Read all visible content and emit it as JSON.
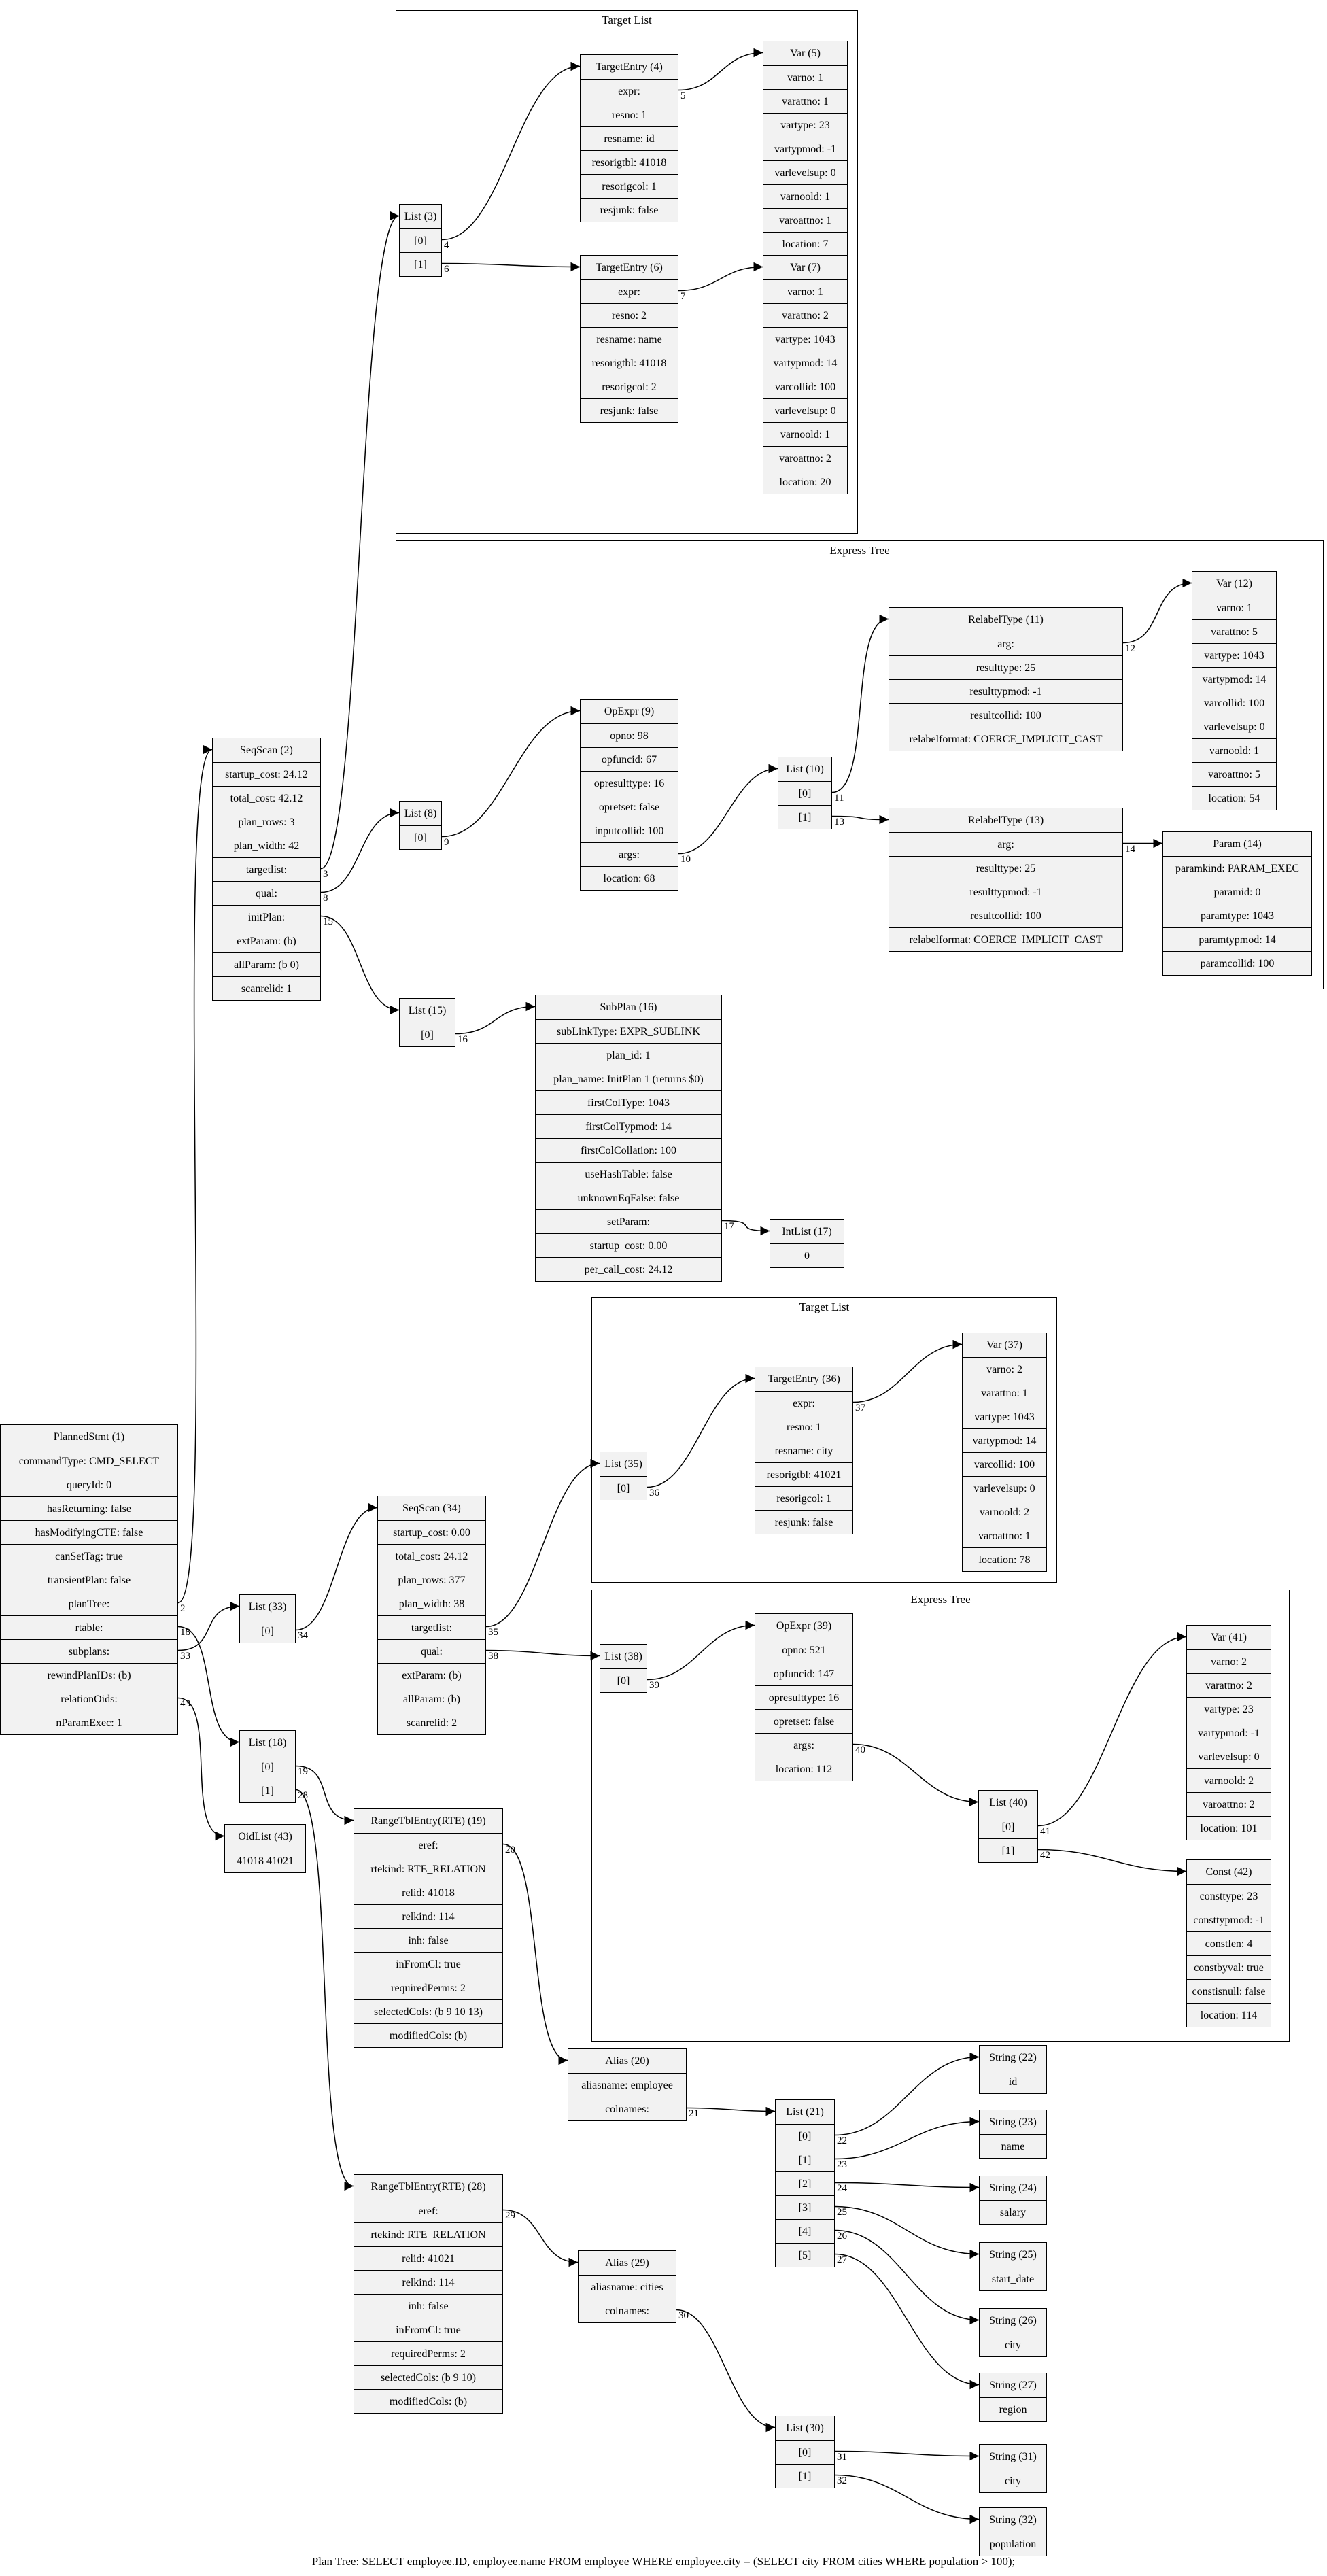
{
  "caption": "Plan Tree: SELECT employee.ID, employee.name FROM employee WHERE employee.city = (SELECT city FROM cities WHERE population > 100);",
  "clusters": {
    "tl1": "Target List",
    "et1": "Express Tree",
    "tl2": "Target List",
    "et2": "Express Tree"
  },
  "nodes": {
    "n1": {
      "title": "PlannedStmt (1)",
      "rows": [
        "commandType: CMD_SELECT",
        "queryId: 0",
        "hasReturning: false",
        "hasModifyingCTE: false",
        "canSetTag: true",
        "transientPlan: false",
        "planTree:",
        "rtable:",
        "subplans:",
        "rewindPlanIDs: (b)",
        "relationOids:",
        "nParamExec: 1"
      ]
    },
    "n2": {
      "title": "SeqScan (2)",
      "rows": [
        "startup_cost: 24.12",
        "total_cost: 42.12",
        "plan_rows: 3",
        "plan_width: 42",
        "targetlist:",
        "qual:",
        "initPlan:",
        "extParam: (b)",
        "allParam: (b 0)",
        "scanrelid: 1"
      ]
    },
    "n3": {
      "title": "List (3)",
      "rows": [
        "[0]",
        "[1]"
      ]
    },
    "n4": {
      "title": "TargetEntry (4)",
      "rows": [
        "expr:",
        "resno: 1",
        "resname: id",
        "resorigtbl: 41018",
        "resorigcol: 1",
        "resjunk: false"
      ]
    },
    "n5": {
      "title": "Var (5)",
      "rows": [
        "varno: 1",
        "varattno: 1",
        "vartype: 23",
        "vartypmod: -1",
        "varlevelsup: 0",
        "varnoold: 1",
        "varoattno: 1",
        "location: 7"
      ]
    },
    "n6": {
      "title": "TargetEntry (6)",
      "rows": [
        "expr:",
        "resno: 2",
        "resname: name",
        "resorigtbl: 41018",
        "resorigcol: 2",
        "resjunk: false"
      ]
    },
    "n7": {
      "title": "Var (7)",
      "rows": [
        "varno: 1",
        "varattno: 2",
        "vartype: 1043",
        "vartypmod: 14",
        "varcollid: 100",
        "varlevelsup: 0",
        "varnoold: 1",
        "varoattno: 2",
        "location: 20"
      ]
    },
    "n8": {
      "title": "List (8)",
      "rows": [
        "[0]"
      ]
    },
    "n9": {
      "title": "OpExpr (9)",
      "rows": [
        "opno: 98",
        "opfuncid: 67",
        "opresulttype: 16",
        "opretset: false",
        "inputcollid: 100",
        "args:",
        "location: 68"
      ]
    },
    "n10": {
      "title": "List (10)",
      "rows": [
        "[0]",
        "[1]"
      ]
    },
    "n11": {
      "title": "RelabelType (11)",
      "rows": [
        "arg:",
        "resulttype: 25",
        "resulttypmod: -1",
        "resultcollid: 100",
        "relabelformat: COERCE_IMPLICIT_CAST"
      ]
    },
    "n12": {
      "title": "Var (12)",
      "rows": [
        "varno: 1",
        "varattno: 5",
        "vartype: 1043",
        "vartypmod: 14",
        "varcollid: 100",
        "varlevelsup: 0",
        "varnoold: 1",
        "varoattno: 5",
        "location: 54"
      ]
    },
    "n13": {
      "title": "RelabelType (13)",
      "rows": [
        "arg:",
        "resulttype: 25",
        "resulttypmod: -1",
        "resultcollid: 100",
        "relabelformat: COERCE_IMPLICIT_CAST"
      ]
    },
    "n14": {
      "title": "Param (14)",
      "rows": [
        "paramkind: PARAM_EXEC",
        "paramid: 0",
        "paramtype: 1043",
        "paramtypmod: 14",
        "paramcollid: 100"
      ]
    },
    "n15": {
      "title": "List (15)",
      "rows": [
        "[0]"
      ]
    },
    "n16": {
      "title": "SubPlan (16)",
      "rows": [
        "subLinkType: EXPR_SUBLINK",
        "plan_id: 1",
        "plan_name: InitPlan 1 (returns $0)",
        "firstColType: 1043",
        "firstColTypmod: 14",
        "firstColCollation: 100",
        "useHashTable: false",
        "unknownEqFalse: false",
        "setParam:",
        "startup_cost: 0.00",
        "per_call_cost: 24.12"
      ]
    },
    "n17": {
      "title": "IntList (17)",
      "rows": [
        "0"
      ]
    },
    "n33": {
      "title": "List (33)",
      "rows": [
        "[0]"
      ]
    },
    "n34": {
      "title": "SeqScan (34)",
      "rows": [
        "startup_cost: 0.00",
        "total_cost: 24.12",
        "plan_rows: 377",
        "plan_width: 38",
        "targetlist:",
        "qual:",
        "extParam: (b)",
        "allParam: (b)",
        "scanrelid: 2"
      ]
    },
    "n35": {
      "title": "List (35)",
      "rows": [
        "[0]"
      ]
    },
    "n36": {
      "title": "TargetEntry (36)",
      "rows": [
        "expr:",
        "resno: 1",
        "resname: city",
        "resorigtbl: 41021",
        "resorigcol: 1",
        "resjunk: false"
      ]
    },
    "n37": {
      "title": "Var (37)",
      "rows": [
        "varno: 2",
        "varattno: 1",
        "vartype: 1043",
        "vartypmod: 14",
        "varcollid: 100",
        "varlevelsup: 0",
        "varnoold: 2",
        "varoattno: 1",
        "location: 78"
      ]
    },
    "n38": {
      "title": "List (38)",
      "rows": [
        "[0]"
      ]
    },
    "n39": {
      "title": "OpExpr (39)",
      "rows": [
        "opno: 521",
        "opfuncid: 147",
        "opresulttype: 16",
        "opretset: false",
        "args:",
        "location: 112"
      ]
    },
    "n40": {
      "title": "List (40)",
      "rows": [
        "[0]",
        "[1]"
      ]
    },
    "n41": {
      "title": "Var (41)",
      "rows": [
        "varno: 2",
        "varattno: 2",
        "vartype: 23",
        "vartypmod: -1",
        "varlevelsup: 0",
        "varnoold: 2",
        "varoattno: 2",
        "location: 101"
      ]
    },
    "n42": {
      "title": "Const (42)",
      "rows": [
        "consttype: 23",
        "consttypmod: -1",
        "constlen: 4",
        "constbyval: true",
        "constisnull: false",
        "location: 114"
      ]
    },
    "n18": {
      "title": "List (18)",
      "rows": [
        "[0]",
        "[1]"
      ]
    },
    "n43": {
      "title": "OidList (43)",
      "rows": [
        "41018 41021"
      ]
    },
    "n19": {
      "title": "RangeTblEntry(RTE) (19)",
      "rows": [
        "eref:",
        "rtekind: RTE_RELATION",
        "relid: 41018",
        "relkind: 114",
        "inh: false",
        "inFromCl: true",
        "requiredPerms: 2",
        "selectedCols: (b 9 10 13)",
        "modifiedCols: (b)"
      ]
    },
    "n20": {
      "title": "Alias (20)",
      "rows": [
        "aliasname: employee",
        "colnames:"
      ]
    },
    "n21": {
      "title": "List (21)",
      "rows": [
        "[0]",
        "[1]",
        "[2]",
        "[3]",
        "[4]",
        "[5]"
      ]
    },
    "n22": {
      "title": "String (22)",
      "rows": [
        "id"
      ]
    },
    "n23": {
      "title": "String (23)",
      "rows": [
        "name"
      ]
    },
    "n24": {
      "title": "String (24)",
      "rows": [
        "salary"
      ]
    },
    "n25": {
      "title": "String (25)",
      "rows": [
        "start_date"
      ]
    },
    "n26": {
      "title": "String (26)",
      "rows": [
        "city"
      ]
    },
    "n27": {
      "title": "String (27)",
      "rows": [
        "region"
      ]
    },
    "n28": {
      "title": "RangeTblEntry(RTE) (28)",
      "rows": [
        "eref:",
        "rtekind: RTE_RELATION",
        "relid: 41021",
        "relkind: 114",
        "inh: false",
        "inFromCl: true",
        "requiredPerms: 2",
        "selectedCols: (b 9 10)",
        "modifiedCols: (b)"
      ]
    },
    "n29": {
      "title": "Alias (29)",
      "rows": [
        "aliasname: cities",
        "colnames:"
      ]
    },
    "n30": {
      "title": "List (30)",
      "rows": [
        "[0]",
        "[1]"
      ]
    },
    "n31": {
      "title": "String (31)",
      "rows": [
        "city"
      ]
    },
    "n32": {
      "title": "String (32)",
      "rows": [
        "population"
      ]
    }
  },
  "edges": [
    {
      "from": "n1",
      "row": 7,
      "to": "n2",
      "label": "2"
    },
    {
      "from": "n1",
      "row": 8,
      "to": "n18",
      "label": "18"
    },
    {
      "from": "n1",
      "row": 9,
      "to": "n33",
      "label": "33"
    },
    {
      "from": "n1",
      "row": 11,
      "to": "n43",
      "label": "43"
    },
    {
      "from": "n2",
      "row": 5,
      "to": "n3",
      "label": "3"
    },
    {
      "from": "n2",
      "row": 6,
      "to": "n8",
      "label": "8"
    },
    {
      "from": "n2",
      "row": 7,
      "to": "n15",
      "label": "15"
    },
    {
      "from": "n3",
      "row": 1,
      "to": "n4",
      "label": "4"
    },
    {
      "from": "n3",
      "row": 2,
      "to": "n6",
      "label": "6"
    },
    {
      "from": "n4",
      "row": 1,
      "to": "n5",
      "label": "5"
    },
    {
      "from": "n6",
      "row": 1,
      "to": "n7",
      "label": "7"
    },
    {
      "from": "n8",
      "row": 1,
      "to": "n9",
      "label": "9"
    },
    {
      "from": "n9",
      "row": 6,
      "to": "n10",
      "label": "10"
    },
    {
      "from": "n10",
      "row": 1,
      "to": "n11",
      "label": "11"
    },
    {
      "from": "n10",
      "row": 2,
      "to": "n13",
      "label": "13"
    },
    {
      "from": "n11",
      "row": 1,
      "to": "n12",
      "label": "12"
    },
    {
      "from": "n13",
      "row": 1,
      "to": "n14",
      "label": "14"
    },
    {
      "from": "n15",
      "row": 1,
      "to": "n16",
      "label": "16"
    },
    {
      "from": "n16",
      "row": 9,
      "to": "n17",
      "label": "17"
    },
    {
      "from": "n33",
      "row": 1,
      "to": "n34",
      "label": "34"
    },
    {
      "from": "n34",
      "row": 5,
      "to": "n35",
      "label": "35"
    },
    {
      "from": "n34",
      "row": 6,
      "to": "n38",
      "label": "38"
    },
    {
      "from": "n35",
      "row": 1,
      "to": "n36",
      "label": "36"
    },
    {
      "from": "n36",
      "row": 1,
      "to": "n37",
      "label": "37"
    },
    {
      "from": "n38",
      "row": 1,
      "to": "n39",
      "label": "39"
    },
    {
      "from": "n39",
      "row": 5,
      "to": "n40",
      "label": "40"
    },
    {
      "from": "n40",
      "row": 1,
      "to": "n41",
      "label": "41"
    },
    {
      "from": "n40",
      "row": 2,
      "to": "n42",
      "label": "42"
    },
    {
      "from": "n18",
      "row": 1,
      "to": "n19",
      "label": "19"
    },
    {
      "from": "n18",
      "row": 2,
      "to": "n28",
      "label": "28"
    },
    {
      "from": "n19",
      "row": 1,
      "to": "n20",
      "label": "20"
    },
    {
      "from": "n20",
      "row": 2,
      "to": "n21",
      "label": "21"
    },
    {
      "from": "n21",
      "row": 1,
      "to": "n22",
      "label": "22"
    },
    {
      "from": "n21",
      "row": 2,
      "to": "n23",
      "label": "23"
    },
    {
      "from": "n21",
      "row": 3,
      "to": "n24",
      "label": "24"
    },
    {
      "from": "n21",
      "row": 4,
      "to": "n25",
      "label": "25"
    },
    {
      "from": "n21",
      "row": 5,
      "to": "n26",
      "label": "26"
    },
    {
      "from": "n21",
      "row": 6,
      "to": "n27",
      "label": "27"
    },
    {
      "from": "n28",
      "row": 1,
      "to": "n29",
      "label": "29"
    },
    {
      "from": "n29",
      "row": 2,
      "to": "n30",
      "label": "30"
    },
    {
      "from": "n30",
      "row": 1,
      "to": "n31",
      "label": "31"
    },
    {
      "from": "n30",
      "row": 2,
      "to": "n32",
      "label": "32"
    }
  ]
}
